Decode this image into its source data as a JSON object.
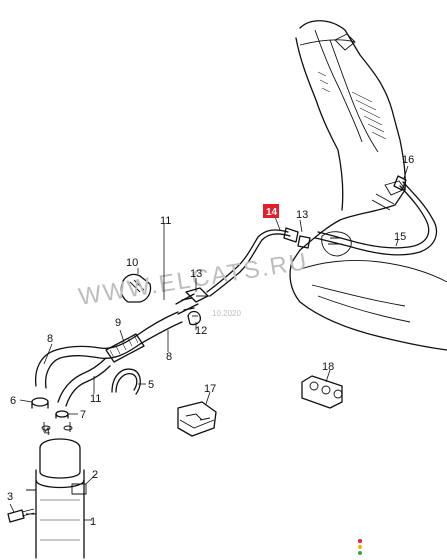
{
  "watermark": {
    "text": "WWW.ELCATS.RU",
    "date": "10.2020"
  },
  "highlighted_callout": "14",
  "highlight_color": "#e0202a",
  "callouts": [
    "1",
    "2",
    "3",
    "4",
    "5",
    "6",
    "7",
    "8",
    "8",
    "9",
    "10",
    "11",
    "11",
    "12",
    "13",
    "13",
    "15",
    "16",
    "17",
    "18"
  ],
  "status_dots": [
    "#e0202a",
    "#f0b400",
    "#2fa84f"
  ]
}
